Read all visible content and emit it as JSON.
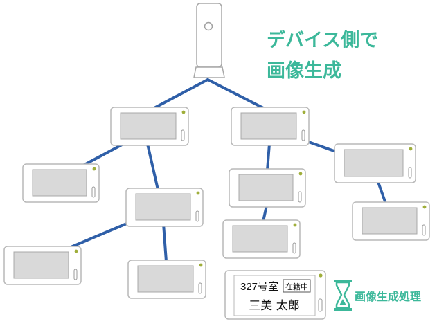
{
  "colors": {
    "accent": "#3cb89a",
    "link": "#2f5fa8",
    "device_border": "#b8b8b8",
    "screen": "#d9d9d9",
    "led": "#9fae3a"
  },
  "caption": {
    "line1": "デバイス側で",
    "line2": "画像生成"
  },
  "sign": {
    "room": "327号室",
    "status": "在籍中",
    "name": "三美 太郎"
  },
  "processing": {
    "label": "画像生成処理",
    "icon": "hourglass-icon"
  },
  "gateway": {
    "icon": "gateway-icon"
  },
  "devices": [
    {
      "id": "d1"
    },
    {
      "id": "d2"
    },
    {
      "id": "d3"
    },
    {
      "id": "d4"
    },
    {
      "id": "d5"
    },
    {
      "id": "d6"
    },
    {
      "id": "d7"
    },
    {
      "id": "d8"
    },
    {
      "id": "d9"
    },
    {
      "id": "d10"
    }
  ]
}
